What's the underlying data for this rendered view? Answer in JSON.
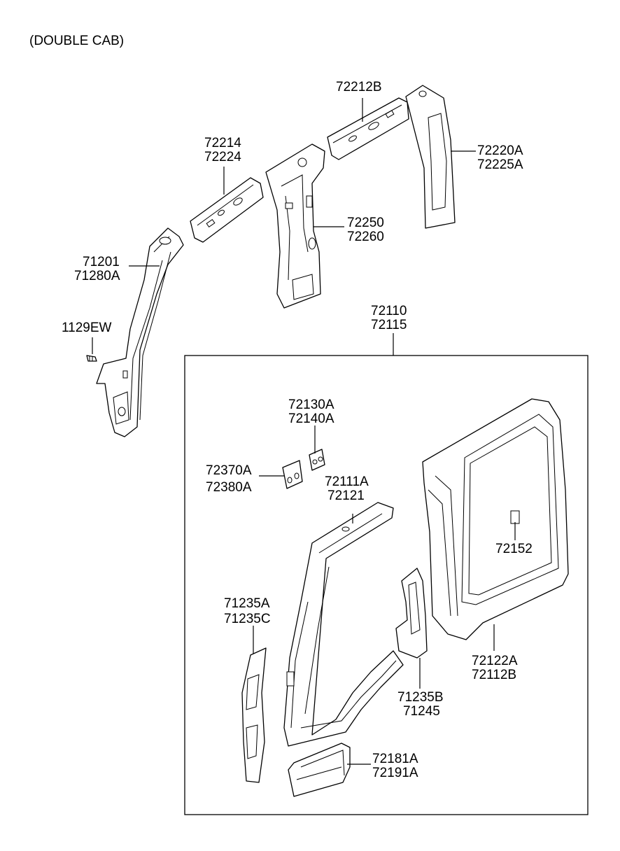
{
  "header": {
    "variant": "(DOUBLE CAB)"
  },
  "callouts": {
    "c72212B": [
      "72212B"
    ],
    "c72214": [
      "72214",
      "72224"
    ],
    "c72220A": [
      "72220A",
      "72225A"
    ],
    "c72250": [
      "72250",
      "72260"
    ],
    "c71201": [
      "71201",
      "71280A"
    ],
    "c1129EW": [
      "1129EW"
    ],
    "c72110": [
      "72110",
      "72115"
    ],
    "c72130A": [
      "72130A",
      "72140A"
    ],
    "c72370A": [
      "72370A",
      "72380A"
    ],
    "c72111A": [
      "72111A",
      "72121"
    ],
    "c72152": [
      "72152"
    ],
    "c71235A": [
      "71235A",
      "71235C"
    ],
    "c72122A": [
      "72122A",
      "72112B"
    ],
    "c71235B": [
      "71235B",
      "71245"
    ],
    "c72181A": [
      "72181A",
      "72191A"
    ]
  }
}
